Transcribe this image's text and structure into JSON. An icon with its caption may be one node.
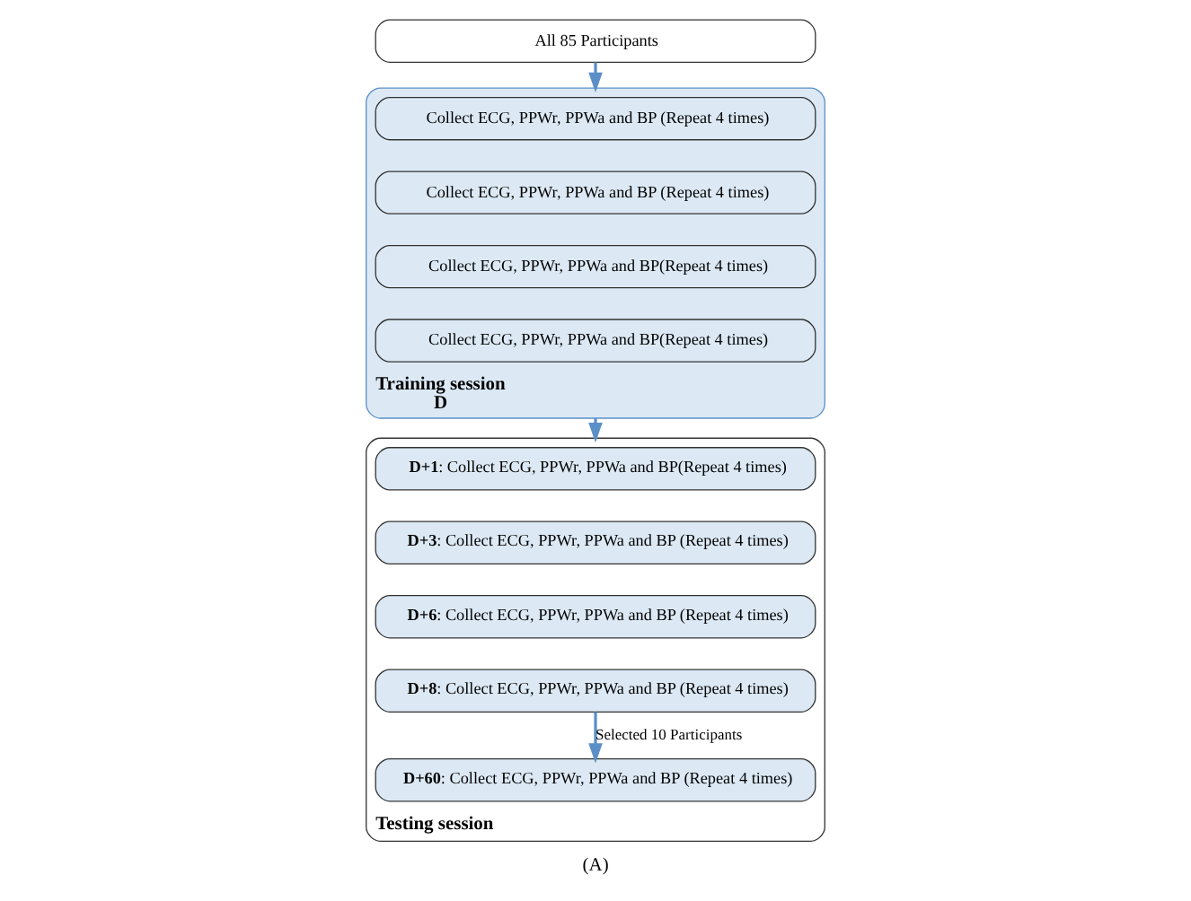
{
  "diagram": {
    "nodes": [
      {
        "text": [
          "All 85 Participants"
        ]
      },
      {
        "text": [
          "Training session",
          "D"
        ]
      },
      {
        "text": [
          "Collect ECG, PPWr, PPWa and BP (Repeat 4 times)"
        ],
        "in": 1
      },
      {
        "text": [
          "Collect ECG, PPWr, PPWa and BP (Repeat 4 times)"
        ],
        "in": 1
      },
      {
        "text": [
          "Collect ECG, PPWr, PPWa and BP(Repeat 4 times)"
        ],
        "in": 1
      },
      {
        "text": [
          "Collect ECG, PPWr, PPWa and BP(Repeat 4 times)"
        ],
        "in": 1
      },
      {
        "text": [
          "Testing session"
        ]
      },
      {
        "text": [
          "**D+1**: Collect ECG, PPWr, PPWa and BP(Repeat 4 times)"
        ],
        "in": 6
      },
      {
        "text": [
          "**D+3**: Collect ECG, PPWr, PPWa and BP (Repeat 4 times)"
        ],
        "in": 6
      },
      {
        "text": [
          "**D+6**: Collect ECG, PPWr, PPWa and BP (Repeat 4 times)"
        ],
        "in": 6
      },
      {
        "text": [
          "**D+8**: Collect ECG, PPWr, PPWa and BP (Repeat 4 times)"
        ],
        "in": 6
      },
      {
        "text": [
          "**D+60**: Collect ECG, PPWr, PPWa and BP (Repeat 4 times)"
        ],
        "in": 6
      }
    ],
    "edges": [
      {
        "from": 0,
        "to": 1,
        "arrow": "to"
      },
      {
        "from": 1,
        "to": 6,
        "arrow": "to"
      },
      {
        "from": 10,
        "to": 11,
        "arrow": "to",
        "label": "Selected 10 Participants"
      }
    ],
    "caption": "(A)"
  }
}
